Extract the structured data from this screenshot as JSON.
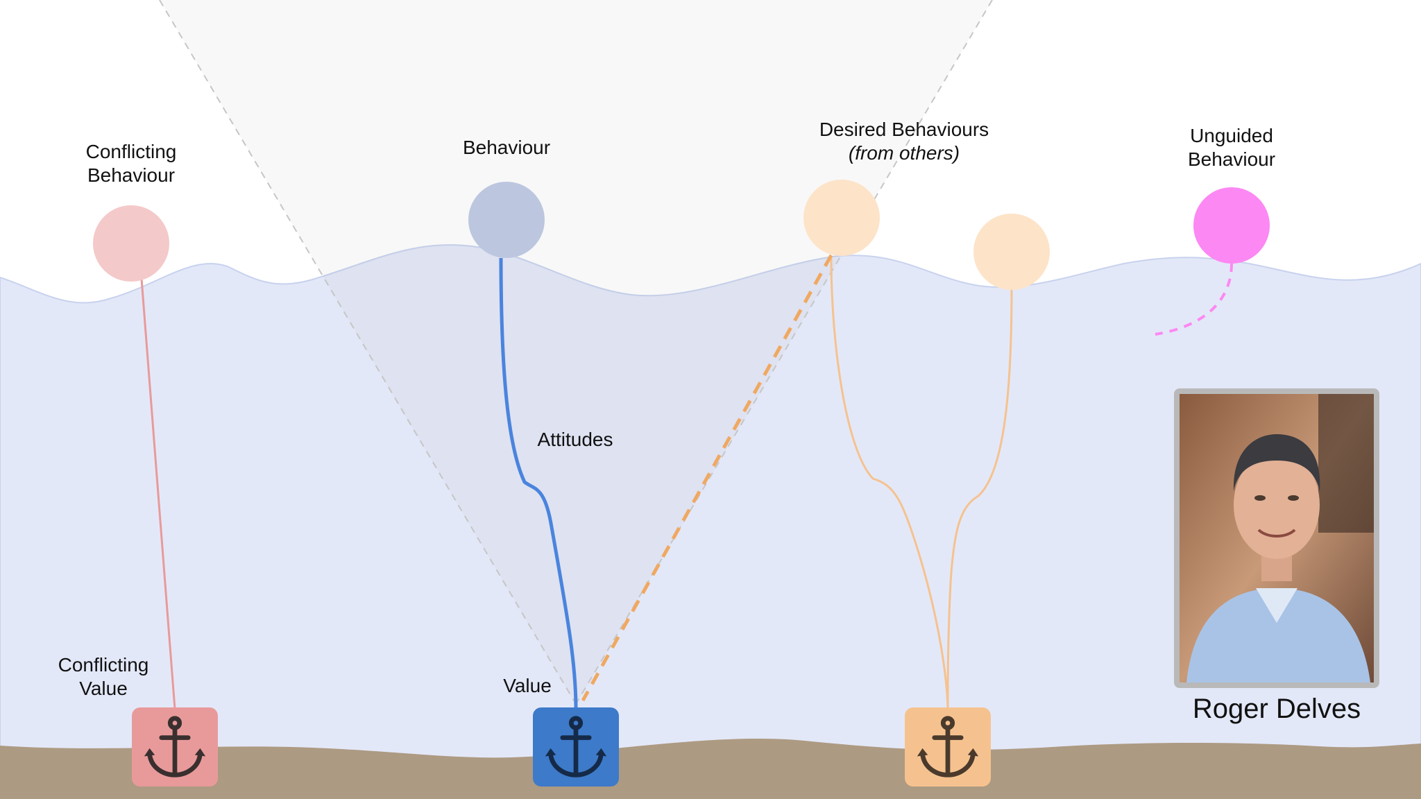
{
  "labels": {
    "conflicting_behaviour": [
      "Conflicting",
      "Behaviour"
    ],
    "behaviour": "Behaviour",
    "desired_behaviours": "Desired Behaviours",
    "desired_behaviours_note": "(from others)",
    "unguided_behaviour": [
      "Unguided",
      "Behaviour"
    ],
    "attitudes": "Attitudes",
    "conflicting_value": [
      "Conflicting",
      "Value"
    ],
    "value": "Value"
  },
  "photo": {
    "caption": "Roger Delves"
  },
  "colors": {
    "water": "#e3e8f8",
    "seabed": "#ad9a82",
    "conflict": "#e89a9a",
    "conflict_balloon": "#f4c9c9",
    "value": "#3d7ac9",
    "value_line": "#4a84dd",
    "behaviour_balloon": "#bcc6df",
    "desired": "#f5c28f",
    "desired_balloon": "#fde3c8",
    "unguided": "#fc88f3",
    "influence": "#f0a860"
  },
  "icons": {
    "anchor": "anchor-icon",
    "portrait": "portrait-photo"
  }
}
